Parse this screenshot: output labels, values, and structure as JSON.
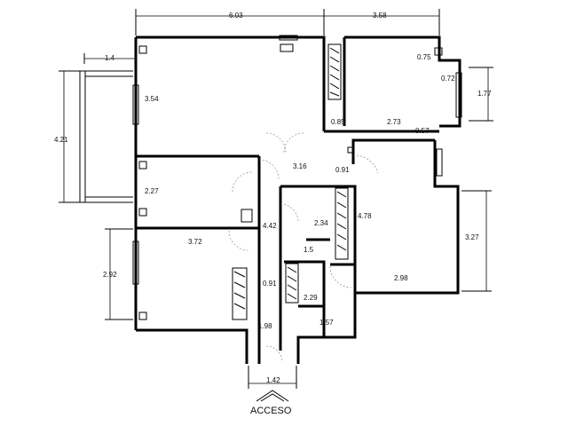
{
  "plan": {
    "dimensions": {
      "top_left_width": "6.03",
      "top_right_width": "3.58",
      "balcony_offset": "1.4",
      "balcony_height": "4.21",
      "living_height": "3.54",
      "bath_top": "0.75",
      "bath_window": "0.72",
      "right_window_height": "1.77",
      "closet_width": "0.85",
      "kitchen_width": "2.73",
      "kitchen_step": "0.57",
      "hall_width": "3.16",
      "hall_door": "0.91",
      "room2_height": "2.27",
      "corridor_height": "4.42",
      "closet_height": "2.34",
      "master_height": "4.78",
      "room3_width": "3.72",
      "bath_width": "1.5",
      "right_height": "3.27",
      "room3_height": "2.92",
      "corridor_door": "0.91",
      "master_width": "2.98",
      "bath2_height": "2.29",
      "bath2_width": "1.57",
      "entry_depth": "1.98",
      "entry_width": "1.42"
    },
    "entry_label": "ACCESO"
  }
}
